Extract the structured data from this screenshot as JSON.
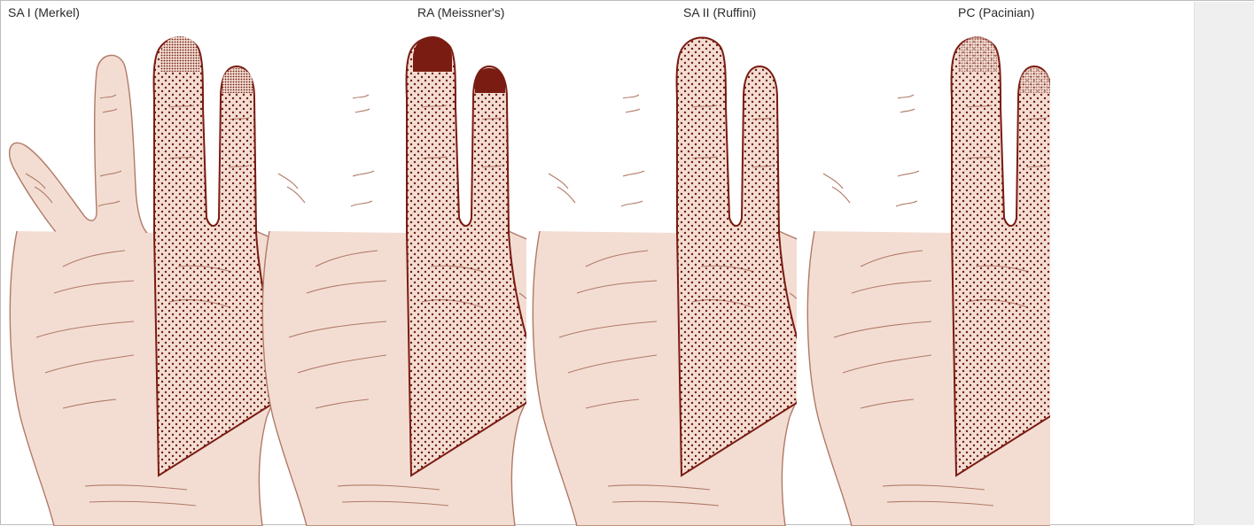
{
  "panels": [
    {
      "id": "sa1",
      "title": "SA I (Merkel)",
      "hand": "full",
      "field": "dotted",
      "tips": "fine"
    },
    {
      "id": "ra",
      "title": "RA (Meissner's)",
      "hand": "cut",
      "field": "dotted",
      "tips": "dark"
    },
    {
      "id": "sa2",
      "title": "SA II (Ruffini)",
      "hand": "cut",
      "field": "dotted",
      "tips": "none"
    },
    {
      "id": "pc",
      "title": "PC (Pacinian)",
      "hand": "cut",
      "field": "dotted",
      "tips": "light"
    }
  ],
  "colors": {
    "skin": "#f3ddd3",
    "outline": "#b07a66",
    "dots": "#6e1a10",
    "tip_dark": "#7a1c12",
    "gutter": "#efefef"
  },
  "icons": [
    "hand-illustration"
  ]
}
